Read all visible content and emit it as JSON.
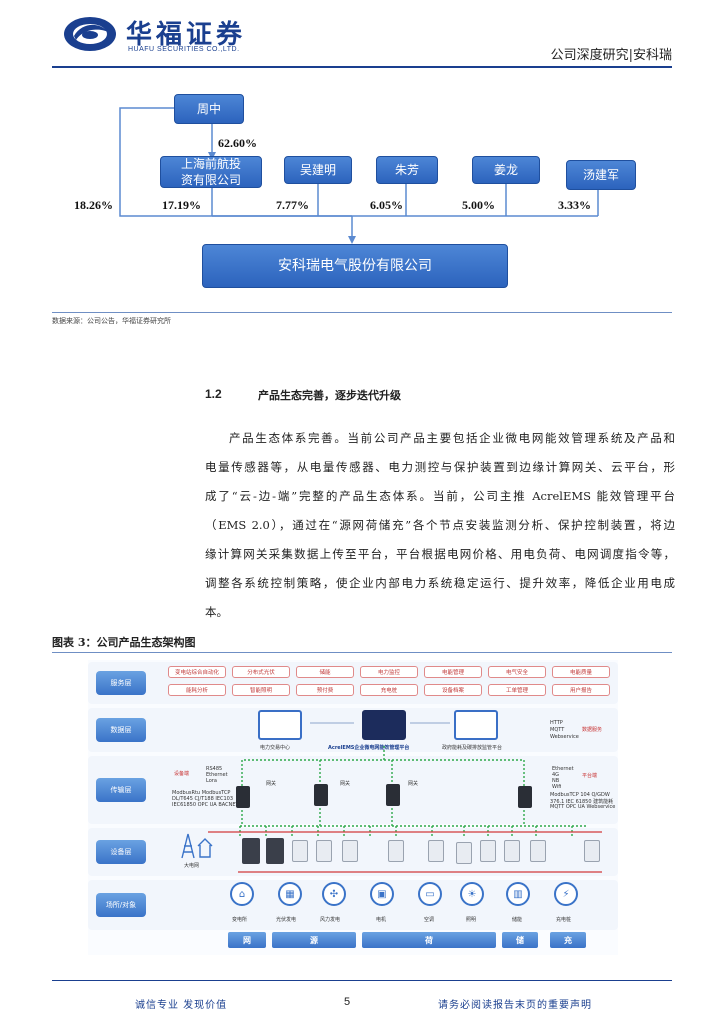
{
  "header": {
    "logo_cn": "华福证券",
    "logo_en": "HUAFU SECURITIES CO.,LTD.",
    "doc_title": "公司深度研究|安科瑞"
  },
  "ownership": {
    "top_holder": "周中",
    "top_pct": "62.60%",
    "holders": [
      {
        "name_line1": "上海前航投",
        "name_line2": "资有限公司",
        "pct": "17.19%"
      },
      {
        "name_line1": "吴建明",
        "name_line2": "",
        "pct": "7.77%"
      },
      {
        "name_line1": "朱芳",
        "name_line2": "",
        "pct": "6.05%"
      },
      {
        "name_line1": "姜龙",
        "name_line2": "",
        "pct": "5.00%"
      },
      {
        "name_line1": "汤建军",
        "name_line2": "",
        "pct": "3.33%"
      }
    ],
    "direct_pct": "18.26%",
    "company": "安科瑞电气股份有限公司",
    "source": "数据来源：公司公告，华福证券研究所"
  },
  "section": {
    "number": "1.2",
    "title": "产品生态完善，逐步迭代升级",
    "lines": [
      "产品生态体系完善。当前公司产品主要包括企业微电网能效管理系统及产品和",
      "电量传感器等，从电量传感器、电力测控与保护装置到边缘计算网关、云平台，形",
      "成了“云-边-端”完整的产品生态体系。当前，公司主推 AcrelEMS 能效管理平台",
      "（EMS 2.0），通过在“源网荷储充”各个节点安装监测分析、保护控制装置，将边",
      "缘计算网关采集数据上传至平台，平台根据电网价格、用电负荷、电网调度指令等，",
      "调整各系统控制策略，使企业内部电力系统稳定运行、提升效率，降低企业用电成",
      "本。"
    ]
  },
  "figure": {
    "label": "图表 3：公司产品生态架构图",
    "layers": [
      "服务层",
      "数据层",
      "传输层",
      "设备层",
      "场所/对象"
    ],
    "service_row1": [
      "变电站综合自动化",
      "分布式光伏",
      "储能",
      "电力监控",
      "电能管理",
      "电气安全",
      "电能质量"
    ],
    "service_row2": [
      "能耗分析",
      "智能照明",
      "预付费",
      "充电桩",
      "设备档案",
      "工单管理",
      "用户报告"
    ],
    "platform_left": "电力交易中心",
    "platform_center": "AcrelEMS企业微电网能效管理平台",
    "platform_right": "政府能耗及碳排放监管平台",
    "protocols_right": [
      "HTTP",
      "MQTT",
      "Webservice"
    ],
    "data_tag_right": "数据服务",
    "trans_left_tag": "设备端",
    "trans_left_protocols": [
      "RS485",
      "Ethernet",
      "Lora"
    ],
    "trans_left_list": [
      "ModbusRtu  ModbusTCP",
      "DL/T645  CJ/T188  IEC103",
      "IEC61850  OPC UA  BACNET"
    ],
    "trans_right_tag": "平台端",
    "trans_right_protocols": [
      "Ethernet",
      "4G",
      "NB",
      "Wifi"
    ],
    "trans_right_list": [
      "ModbusTCP  104  Q/GDW",
      "376.1  IEC 61850  建筑能耗",
      "MQTT  OPC UA  Webservice"
    ],
    "gateway_label": "网关",
    "grid_label": "大电网",
    "objects": [
      "变电所",
      "光伏发电",
      "风力发电",
      "电机",
      "空调",
      "照明",
      "储能",
      "充电桩"
    ],
    "categories": [
      "网",
      "源",
      "荷",
      "储",
      "充"
    ]
  },
  "footer": {
    "left": "诚信专业  发现价值",
    "page": "5",
    "right": "请务必阅读报告末页的重要声明"
  }
}
